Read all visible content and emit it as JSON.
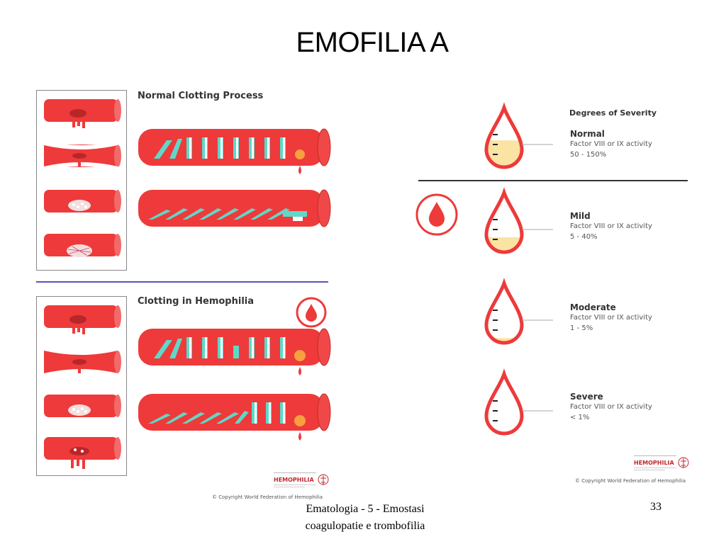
{
  "slide": {
    "title": "EMOFILIA A",
    "footer_line1": "Ematologia - 5 - Emostasi",
    "footer_line2": "coagulopatie e trombofilia",
    "page_number": "33"
  },
  "left_figure": {
    "normal_heading": "Normal Clotting Process",
    "hemophilia_heading": "Clotting in Hemophilia",
    "logo_brand": "HEMOPHILIA",
    "copyright": "© Copyright World Federation of Hemophilia"
  },
  "right_figure": {
    "heading": "Degrees of Severity",
    "levels": [
      {
        "name": "Normal",
        "line1": "Factor VIII or IX activity",
        "line2": "50 - 150%",
        "fill_fraction": 0.45
      },
      {
        "name": "Mild",
        "line1": "Factor VIII or IX activity",
        "line2": "5 - 40%",
        "fill_fraction": 0.25
      },
      {
        "name": "Moderate",
        "line1": "Factor VIII or IX activity",
        "line2": "1 - 5%",
        "fill_fraction": 0.08
      },
      {
        "name": "Severe",
        "line1": "Factor VIII or IX activity",
        "line2": "< 1%",
        "fill_fraction": 0.03
      }
    ],
    "logo_brand": "HEMOPHILIA",
    "copyright": "© Copyright World Federation of Hemophilia"
  },
  "colors": {
    "vessel": "#ee3a3a",
    "domino": "#5fd8c8",
    "plasma": "#fbe3a3",
    "divider": "#5555bb"
  }
}
